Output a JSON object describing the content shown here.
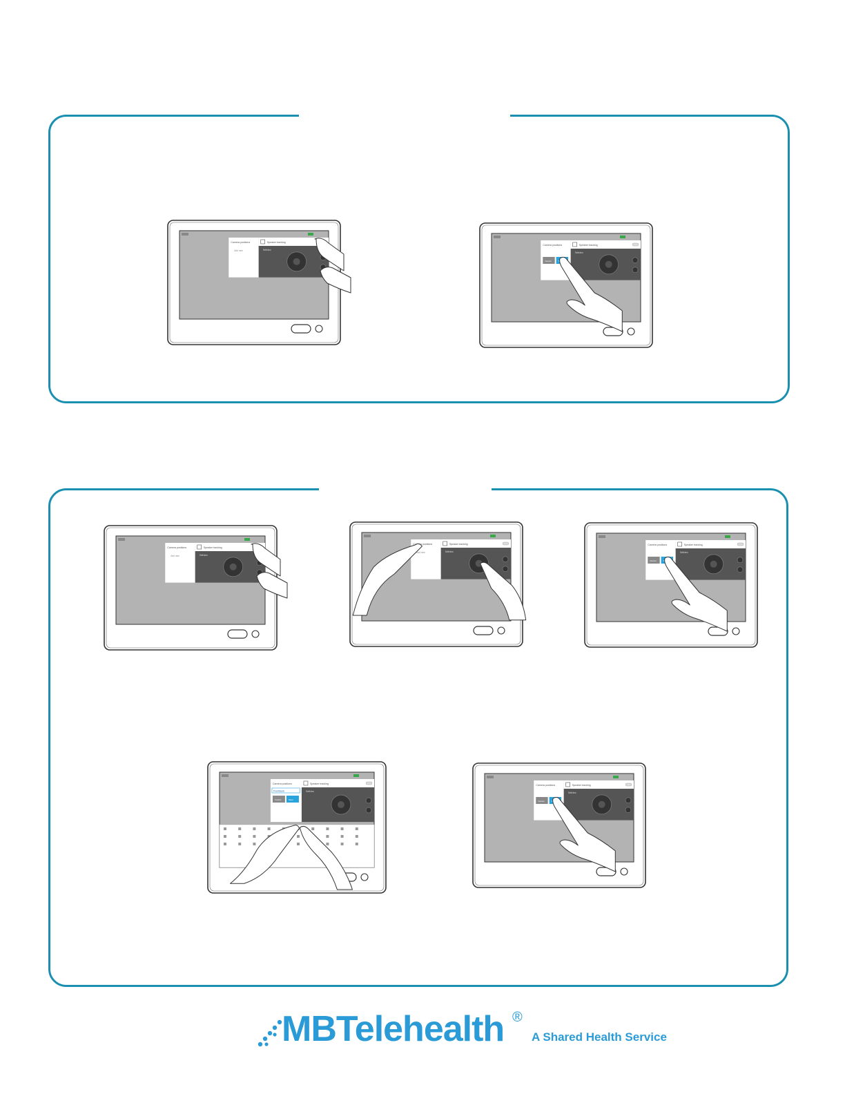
{
  "colors": {
    "frame": "#1b8fb0",
    "brand": "#2a9bd6",
    "screen": "#b3b3b3",
    "accent": "#29a3dc"
  },
  "ui": {
    "camera_positions": "Camera positions",
    "speaker_tracking": "Speaker tracking",
    "add_new": "Add new",
    "selfview": "Selfview",
    "cancel": "Cancel",
    "save": "Save",
    "typed_name": "Frontdesk"
  },
  "footer": {
    "brand": "MBTelehealth",
    "registered": "®",
    "tagline": "A Shared Health Service"
  },
  "icons": [
    "hand-tap-icon",
    "hand-pinch-icon",
    "hand-type-icon",
    "logo-dots-icon"
  ]
}
